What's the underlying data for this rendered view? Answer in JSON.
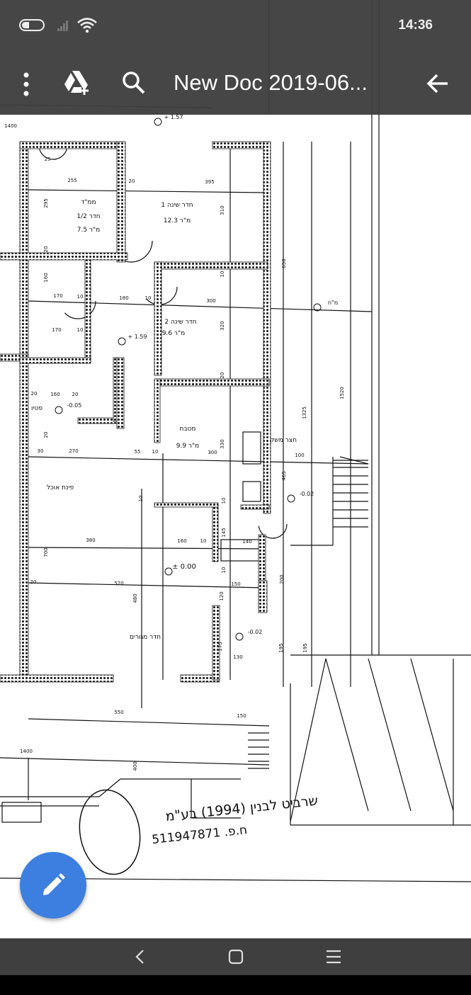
{
  "status_bar": {
    "time": "14:36",
    "icons": [
      "battery-icon",
      "signal-icon",
      "wifi-icon"
    ]
  },
  "app_bar": {
    "title": "New Doc 2019-06...",
    "icons": [
      "more-vert-icon",
      "drive-add-icon",
      "search-icon",
      "arrow-back-icon"
    ]
  },
  "document": {
    "rooms": [
      "ממ\"ד",
      "1/2 חדר",
      "7.5 מ\"ר",
      "חדר שינה 1",
      "12.3 מ\"ר",
      "חדר שינה 2",
      "9.6 מ\"ר",
      "פטיו",
      "מטבח",
      "9.9 מ\"ר",
      "חצר משק",
      "פינת אוכל",
      "חדר מגורים"
    ],
    "dimensions": [
      "1400",
      "25",
      "255",
      "20",
      "395",
      "295",
      "310",
      "20",
      "160",
      "170",
      "10",
      "180",
      "10",
      "300",
      "10",
      "170",
      "10",
      "320",
      "20",
      "20",
      "160",
      "20",
      "650",
      "1520",
      "1325",
      "20",
      "30",
      "270",
      "55",
      "10",
      "300",
      "100",
      "330",
      "465",
      "10",
      "10",
      "145",
      "140",
      "380",
      "160",
      "10",
      "700",
      "10",
      "20",
      "520",
      "150",
      "120",
      "200",
      "480",
      "175",
      "130",
      "195",
      "195",
      "550",
      "150",
      "1400",
      "400"
    ],
    "elevations": [
      "+ 1.57",
      "+ 1.59",
      "-0.05",
      "-0.02",
      "± 0.00",
      "-0.02",
      "מ\"ח"
    ],
    "stamp": {
      "line1": "שרביט לבנין (1994) בע\"מ",
      "line2": "ח.פ. 511947871"
    }
  },
  "fab": {
    "icon": "edit-pencil-icon"
  },
  "nav_bar": {
    "icons": [
      "back-nav-icon",
      "home-nav-icon",
      "recents-nav-icon"
    ]
  },
  "colors": {
    "bar": "#3e3e3e",
    "fab": "#3c7fe0",
    "nav": "#3f3f3f"
  }
}
